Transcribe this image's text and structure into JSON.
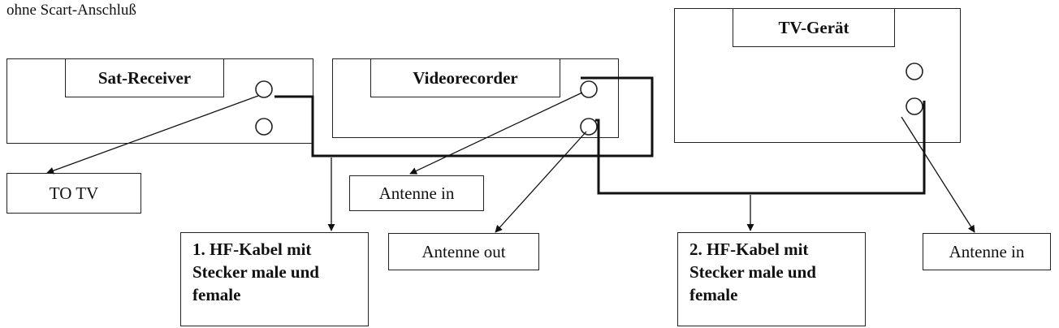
{
  "caption": "ohne Scart-Anschluß",
  "devices": {
    "sat_receiver": "Sat-Receiver",
    "videorecorder": "Videorecorder",
    "tv": "TV-Gerät"
  },
  "labels": {
    "to_tv": "TO TV",
    "vcr_antenna_in": "Antenne in",
    "vcr_antenna_out": "Antenne out",
    "tv_antenna_in": "Antenne in"
  },
  "cables": {
    "cable1": "1. HF-Kabel mit Stecker male und female",
    "cable2": "2. HF-Kabel mit Stecker male und female"
  }
}
